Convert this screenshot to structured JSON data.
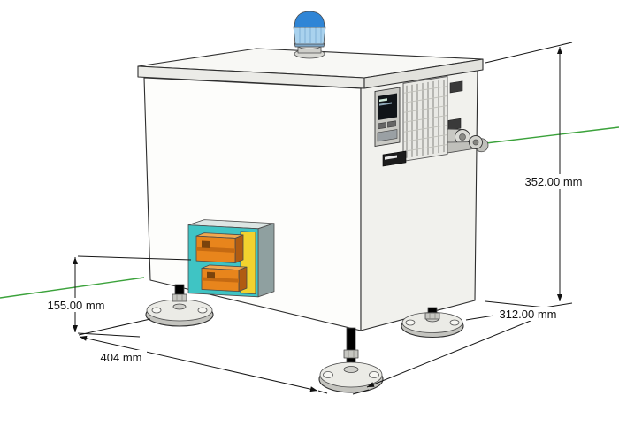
{
  "scene": {
    "background": "#ffffff",
    "axis_color": "#3ba23b",
    "edge_color": "#2e2e2e",
    "labels": {
      "height": "352.00 mm",
      "depth": "312.00 mm",
      "connector_height": "155.00 mm",
      "front_width": "404 mm"
    },
    "colors": {
      "cap_top": "#2f85d6",
      "cap_body": "#a9d2ee",
      "terminal_block_teal": "#3fc4c4",
      "terminal_strip_yellow": "#f2d22e",
      "connector_orange": "#e8851c"
    }
  }
}
